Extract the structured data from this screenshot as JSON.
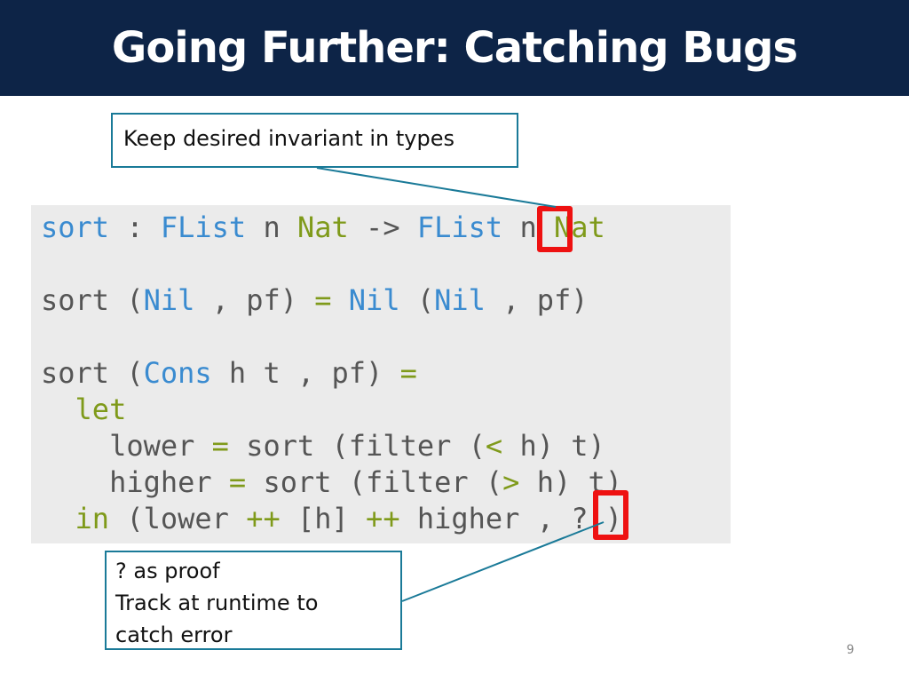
{
  "slide": {
    "title": "Going Further: Catching Bugs",
    "page_number": "9"
  },
  "callouts": {
    "top": "Keep desired invariant in types",
    "bottom": {
      "line1": "? as proof",
      "line2": "Track at runtime to",
      "line3": "catch error"
    }
  },
  "code": {
    "l1": {
      "a": "sort",
      "b": " : ",
      "c": "FList",
      "d": " n ",
      "e": "Nat",
      "f": " -> ",
      "g": "FList",
      "h": " n ",
      "i": "Nat"
    },
    "l3": {
      "a": "sort (",
      "b": "Nil",
      "c": " , pf) ",
      "d": "=",
      "e": " ",
      "f": "Nil",
      "g": " (",
      "h": "Nil",
      "i": " , pf)"
    },
    "l5": {
      "a": "sort (",
      "b": "Cons",
      "c": " h t , pf) ",
      "d": "="
    },
    "l6": {
      "a": "  ",
      "b": "let"
    },
    "l7": {
      "a": "    lower ",
      "b": "=",
      "c": " sort (filter (",
      "d": "<",
      "e": " h) t)"
    },
    "l8": {
      "a": "    higher ",
      "b": "=",
      "c": " sort (filter (",
      "d": ">",
      "e": " h) t)"
    },
    "l9": {
      "a": "  ",
      "b": "in",
      "c": " (lower ",
      "d": "++",
      "e": " [h] ",
      "f": "++",
      "g": " higher , ? )"
    }
  },
  "colors": {
    "header_bg": "#0d2447",
    "callout_border": "#1a7a98",
    "keyword": "#3a8bd0",
    "type": "#7f9a1a",
    "highlight": "#ee1111",
    "code_bg": "#ebebeb"
  }
}
